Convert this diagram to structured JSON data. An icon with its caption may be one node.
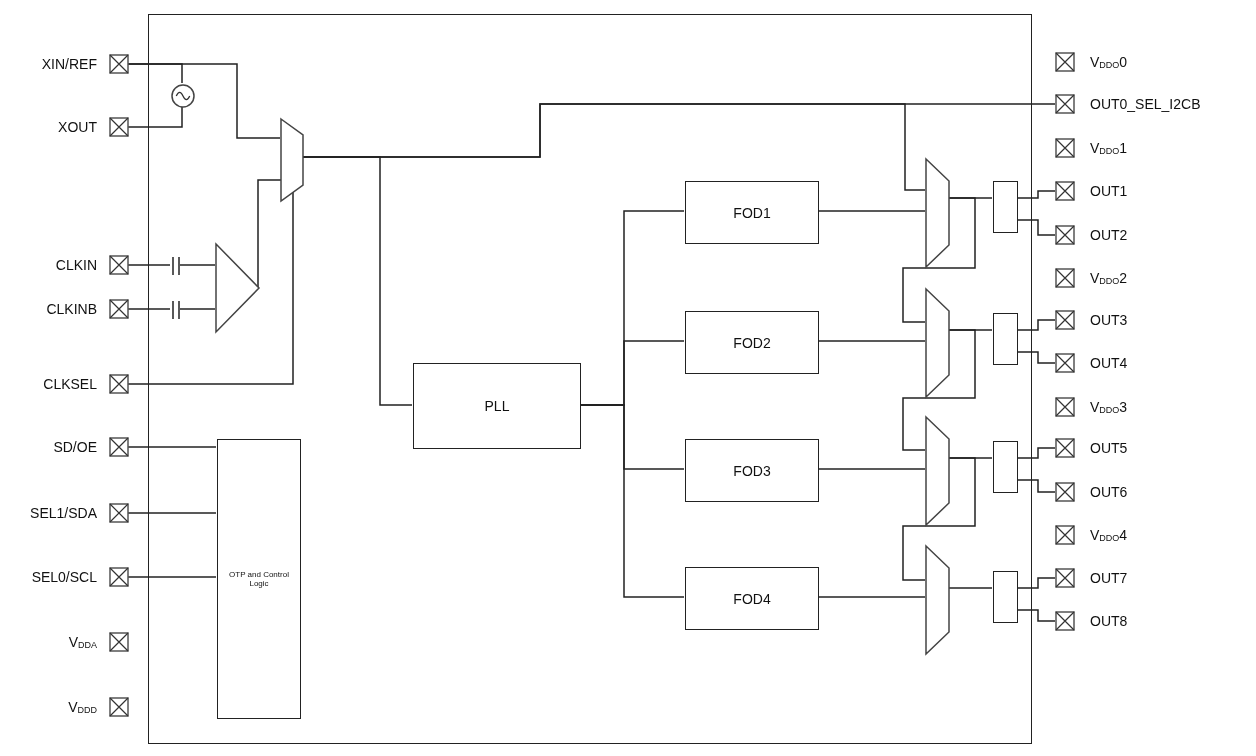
{
  "diagram": {
    "nodes": [
      {
        "text": [],
        "shape": "box"
      },
      {
        "text": [
          "XIN/REF"
        ]
      },
      {
        "text": [
          "XOUT"
        ]
      },
      {
        "text": [
          "CLKIN"
        ]
      },
      {
        "text": [
          "CLKINB"
        ]
      },
      {
        "text": [
          "CLKSEL"
        ]
      },
      {
        "text": [
          "SD/OE"
        ]
      },
      {
        "text": [
          "SEL1/SDA"
        ]
      },
      {
        "text": [
          "SEL0/SCL"
        ]
      },
      {
        "text": [
          "V$_{DDA}$"
        ]
      },
      {
        "text": [
          "V$_{DDD}$"
        ]
      },
      {
        "text": [],
        "shape": "circle",
        "in": 0
      },
      {
        "text": [],
        "shape": "trapezoid",
        "in": 0
      },
      {
        "text": [],
        "shape": "capacitor",
        "in": 0
      },
      {
        "text": [],
        "shape": "capacitor",
        "in": 0
      },
      {
        "text": [],
        "shape": "triangle",
        "in": 0
      },
      {
        "text": [
          "PLL"
        ],
        "in": 0
      },
      {
        "text": [
          "OTP and Control Logic"
        ],
        "in": 0
      },
      {
        "text": [
          "FOD1"
        ],
        "in": 0
      },
      {
        "text": [
          "FOD2"
        ],
        "in": 0
      },
      {
        "text": [
          "FOD3"
        ],
        "in": 0
      },
      {
        "text": [
          "FOD4"
        ],
        "in": 0
      },
      {
        "text": [],
        "shape": "trapezoid",
        "in": 0
      },
      {
        "text": [],
        "shape": "trapezoid",
        "in": 0
      },
      {
        "text": [],
        "shape": "trapezoid",
        "in": 0
      },
      {
        "text": [],
        "shape": "trapezoid",
        "in": 0
      },
      {
        "text": [],
        "shape": "box",
        "in": 0
      },
      {
        "text": [],
        "shape": "box",
        "in": 0
      },
      {
        "text": [],
        "shape": "box",
        "in": 0
      },
      {
        "text": [],
        "shape": "box",
        "in": 0
      },
      {
        "text": [
          "V$_{DDO}$0"
        ]
      },
      {
        "text": [
          "OUT0_SEL_I2CB"
        ]
      },
      {
        "text": [
          "V$_{DDO}$1"
        ]
      },
      {
        "text": [
          "OUT1"
        ]
      },
      {
        "text": [
          "OUT2"
        ]
      },
      {
        "text": [
          "V$_{DDO}$2"
        ]
      },
      {
        "text": [
          "OUT3"
        ]
      },
      {
        "text": [
          "OUT4"
        ]
      },
      {
        "text": [
          "V$_{DDO}$3"
        ]
      },
      {
        "text": [
          "OUT5"
        ]
      },
      {
        "text": [
          "OUT6"
        ]
      },
      {
        "text": [
          "V$_{DDO}$4"
        ]
      },
      {
        "text": [
          "OUT7"
        ]
      },
      {
        "text": [
          "OUT8"
        ]
      }
    ],
    "edges": [
      {
        "from": 1,
        "to": 11,
        "arrow": "none"
      },
      {
        "from": 2,
        "to": 11,
        "arrow": "none"
      },
      {
        "from": 1,
        "to": 12,
        "arrow": "none"
      },
      {
        "from": 3,
        "to": 13,
        "arrow": "none"
      },
      {
        "from": 13,
        "to": 15,
        "arrow": "none"
      },
      {
        "from": 4,
        "to": 14,
        "arrow": "none"
      },
      {
        "from": 14,
        "to": 15,
        "arrow": "none"
      },
      {
        "from": 15,
        "to": 12,
        "arrow": "none"
      },
      {
        "from": 5,
        "to": 12,
        "arrow": "none"
      },
      {
        "from": 12,
        "to": 31,
        "arrow": "none"
      },
      {
        "from": 12,
        "to": 16,
        "arrow": "none"
      },
      {
        "from": 12,
        "to": 22,
        "arrow": "none"
      },
      {
        "from": 16,
        "to": 18,
        "arrow": "none"
      },
      {
        "from": 16,
        "to": 19,
        "arrow": "none"
      },
      {
        "from": 16,
        "to": 20,
        "arrow": "none"
      },
      {
        "from": 16,
        "to": 21,
        "arrow": "none"
      },
      {
        "from": 18,
        "to": 22,
        "arrow": "none"
      },
      {
        "from": 19,
        "to": 23,
        "arrow": "none"
      },
      {
        "from": 20,
        "to": 24,
        "arrow": "none"
      },
      {
        "from": 21,
        "to": 25,
        "arrow": "none"
      },
      {
        "from": 22,
        "to": 23,
        "arrow": "none"
      },
      {
        "from": 23,
        "to": 24,
        "arrow": "none"
      },
      {
        "from": 24,
        "to": 25,
        "arrow": "none"
      },
      {
        "from": 22,
        "to": 26,
        "arrow": "none"
      },
      {
        "from": 23,
        "to": 27,
        "arrow": "none"
      },
      {
        "from": 24,
        "to": 28,
        "arrow": "none"
      },
      {
        "from": 25,
        "to": 29,
        "arrow": "none"
      },
      {
        "from": 26,
        "to": 33,
        "arrow": "none"
      },
      {
        "from": 26,
        "to": 34,
        "arrow": "none"
      },
      {
        "from": 27,
        "to": 36,
        "arrow": "none"
      },
      {
        "from": 27,
        "to": 37,
        "arrow": "none"
      },
      {
        "from": 28,
        "to": 39,
        "arrow": "none"
      },
      {
        "from": 28,
        "to": 40,
        "arrow": "none"
      },
      {
        "from": 29,
        "to": 42,
        "arrow": "none"
      },
      {
        "from": 29,
        "to": 43,
        "arrow": "none"
      },
      {
        "from": 6,
        "to": 17,
        "arrow": "none"
      },
      {
        "from": 7,
        "to": 17,
        "arrow": "none"
      },
      {
        "from": 8,
        "to": 17,
        "arrow": "none"
      }
    ]
  }
}
